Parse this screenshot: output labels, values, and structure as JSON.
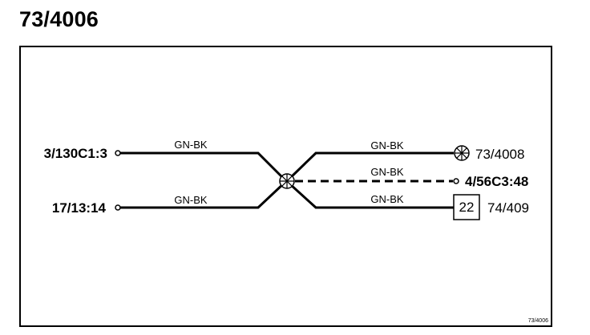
{
  "title": "73/4006",
  "footer_ref": "73/4006",
  "left_connectors": [
    {
      "label": "3/130C1:3",
      "wire_color": "GN-BK"
    },
    {
      "label": "17/13:14",
      "wire_color": "GN-BK"
    }
  ],
  "right_connectors": [
    {
      "label": "73/4008",
      "wire_color": "GN-BK",
      "symbol": "ground-splice-icon"
    },
    {
      "label": "4/56C3:48",
      "wire_color": "GN-BK",
      "line_style": "dashed"
    },
    {
      "label": "74/409",
      "wire_color": "GN-BK",
      "box_label": "22"
    }
  ],
  "splice_symbol": "splice-icon"
}
